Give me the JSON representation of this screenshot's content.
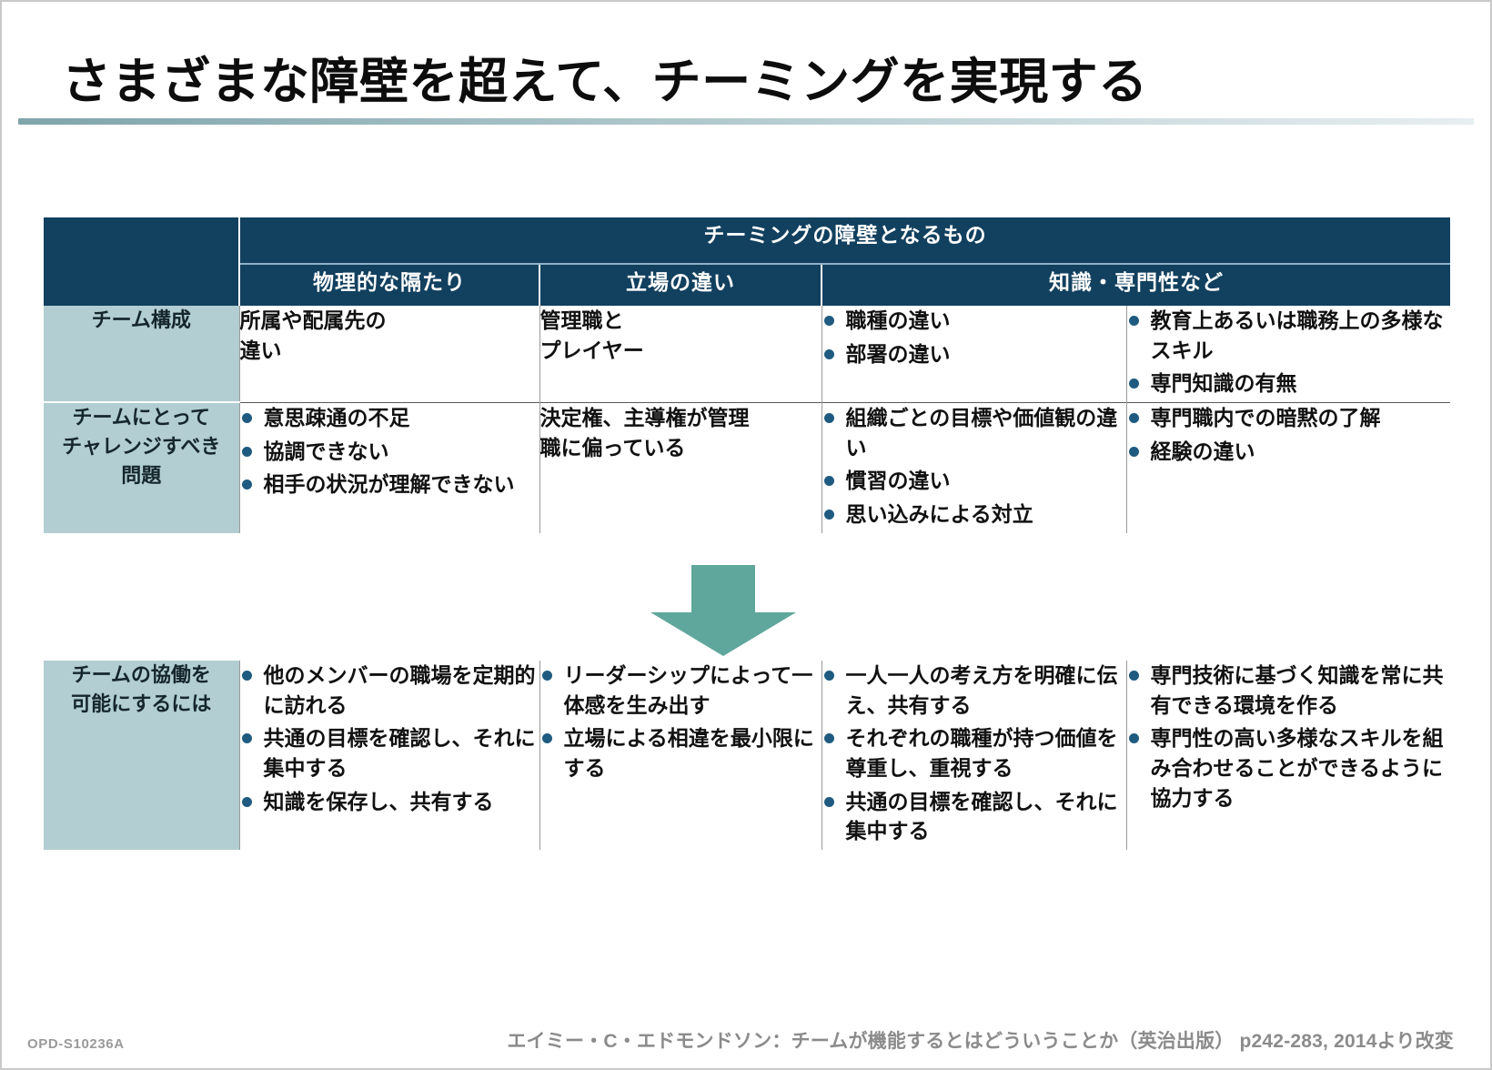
{
  "slide": {
    "title": "さまざまな障壁を超えて、チーミングを実現する",
    "footer_code": "OPD-S10236A",
    "footer_source": "エイミー・C・エドモンドソン：チームが機能するとはどういうことか（英治出版） p242-283, 2014より改変",
    "accent_header": "#12405f",
    "accent_label": "#b2ced2",
    "accent_arrow": "#5fa79c",
    "accent_bullet": "#1f5b80",
    "arrow_icon": "down-arrow-icon"
  },
  "top_table": {
    "header_span": "チーミングの障壁となるもの",
    "subheaders": [
      "物理的な隔たり",
      "立場の違い",
      "知識・専門性など"
    ],
    "rows": [
      {
        "label": "チーム構成",
        "cells": [
          {
            "type": "plain",
            "lines": [
              "所属や配属先の",
              "違い"
            ]
          },
          {
            "type": "plain",
            "lines": [
              "管理職と",
              "プレイヤー"
            ]
          },
          {
            "type": "bullets",
            "items": [
              "職種の違い",
              "部署の違い"
            ]
          },
          {
            "type": "bullets",
            "items": [
              "教育上あるいは職務上の多様なスキル",
              "専門知識の有無"
            ]
          }
        ]
      },
      {
        "label": "チームにとって\nチャレンジすべき\n問題",
        "label_lines": [
          "チームにとって",
          "チャレンジすべき",
          "問題"
        ],
        "cells": [
          {
            "type": "bullets",
            "items": [
              "意思疎通の不足",
              "協調できない",
              "相手の状況が理解できない"
            ]
          },
          {
            "type": "plain",
            "lines": [
              "決定権、主導権が管理",
              "職に偏っている"
            ]
          },
          {
            "type": "bullets",
            "items": [
              "組織ごとの目標や価値観の違い",
              "慣習の違い",
              "思い込みによる対立"
            ]
          },
          {
            "type": "bullets",
            "items": [
              "専門職内での暗黙の了解",
              "経験の違い"
            ]
          }
        ]
      }
    ]
  },
  "bottom_table": {
    "rows": [
      {
        "label_lines": [
          "チームの協働を",
          "可能にするには"
        ],
        "cells": [
          {
            "type": "bullets",
            "items": [
              "他のメンバーの職場を定期的に訪れる",
              "共通の目標を確認し、それに集中する",
              "知識を保存し、共有する"
            ]
          },
          {
            "type": "bullets",
            "items": [
              "リーダーシップによって一体感を生み出す",
              "立場による相違を最小限にする"
            ]
          },
          {
            "type": "bullets",
            "items": [
              "一人一人の考え方を明確に伝え、共有する",
              "それぞれの職種が持つ価値を尊重し、重視する",
              "共通の目標を確認し、それに集中する"
            ]
          },
          {
            "type": "bullets",
            "items": [
              "専門技術に基づく知識を常に共有できる環境を作る",
              "専門性の高い多様なスキルを組み合わせることができるように協力する"
            ]
          }
        ]
      }
    ]
  }
}
